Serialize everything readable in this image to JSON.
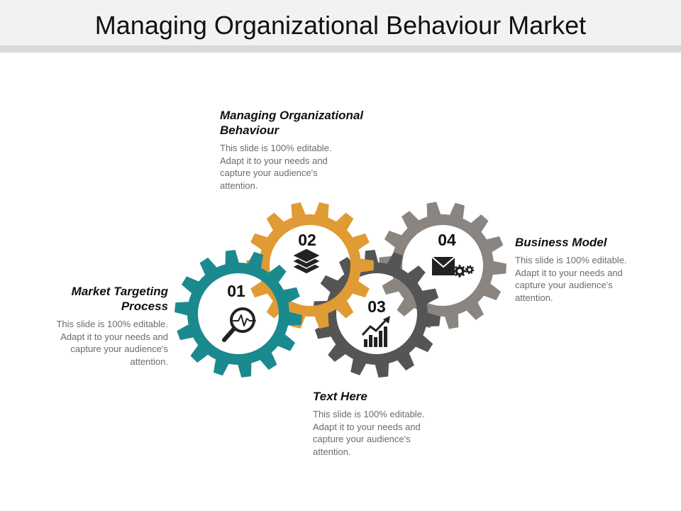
{
  "slide": {
    "title": "Managing Organizational Behaviour Market"
  },
  "colors": {
    "gear_01": "#1a8a8f",
    "gear_02": "#e09b35",
    "gear_03": "#555555",
    "gear_04": "#8a8580"
  },
  "steps": [
    {
      "number": "01",
      "heading": "Market Targeting Process",
      "body": "This slide is 100% editable. Adapt it to your needs and capture your audience's attention.",
      "icon": "magnifier-pulse-icon"
    },
    {
      "number": "02",
      "heading": "Managing Organizational Behaviour",
      "body": "This slide is 100% editable. Adapt it to your needs and capture your audience's attention.",
      "icon": "layers-icon"
    },
    {
      "number": "03",
      "heading": "Text Here",
      "body": "This slide is 100% editable. Adapt it to your needs and capture your audience's attention.",
      "icon": "growth-chart-icon"
    },
    {
      "number": "04",
      "heading": "Business Model",
      "body": "This slide is 100% editable. Adapt it to your needs and capture your audience's attention.",
      "icon": "mail-gears-icon"
    }
  ]
}
